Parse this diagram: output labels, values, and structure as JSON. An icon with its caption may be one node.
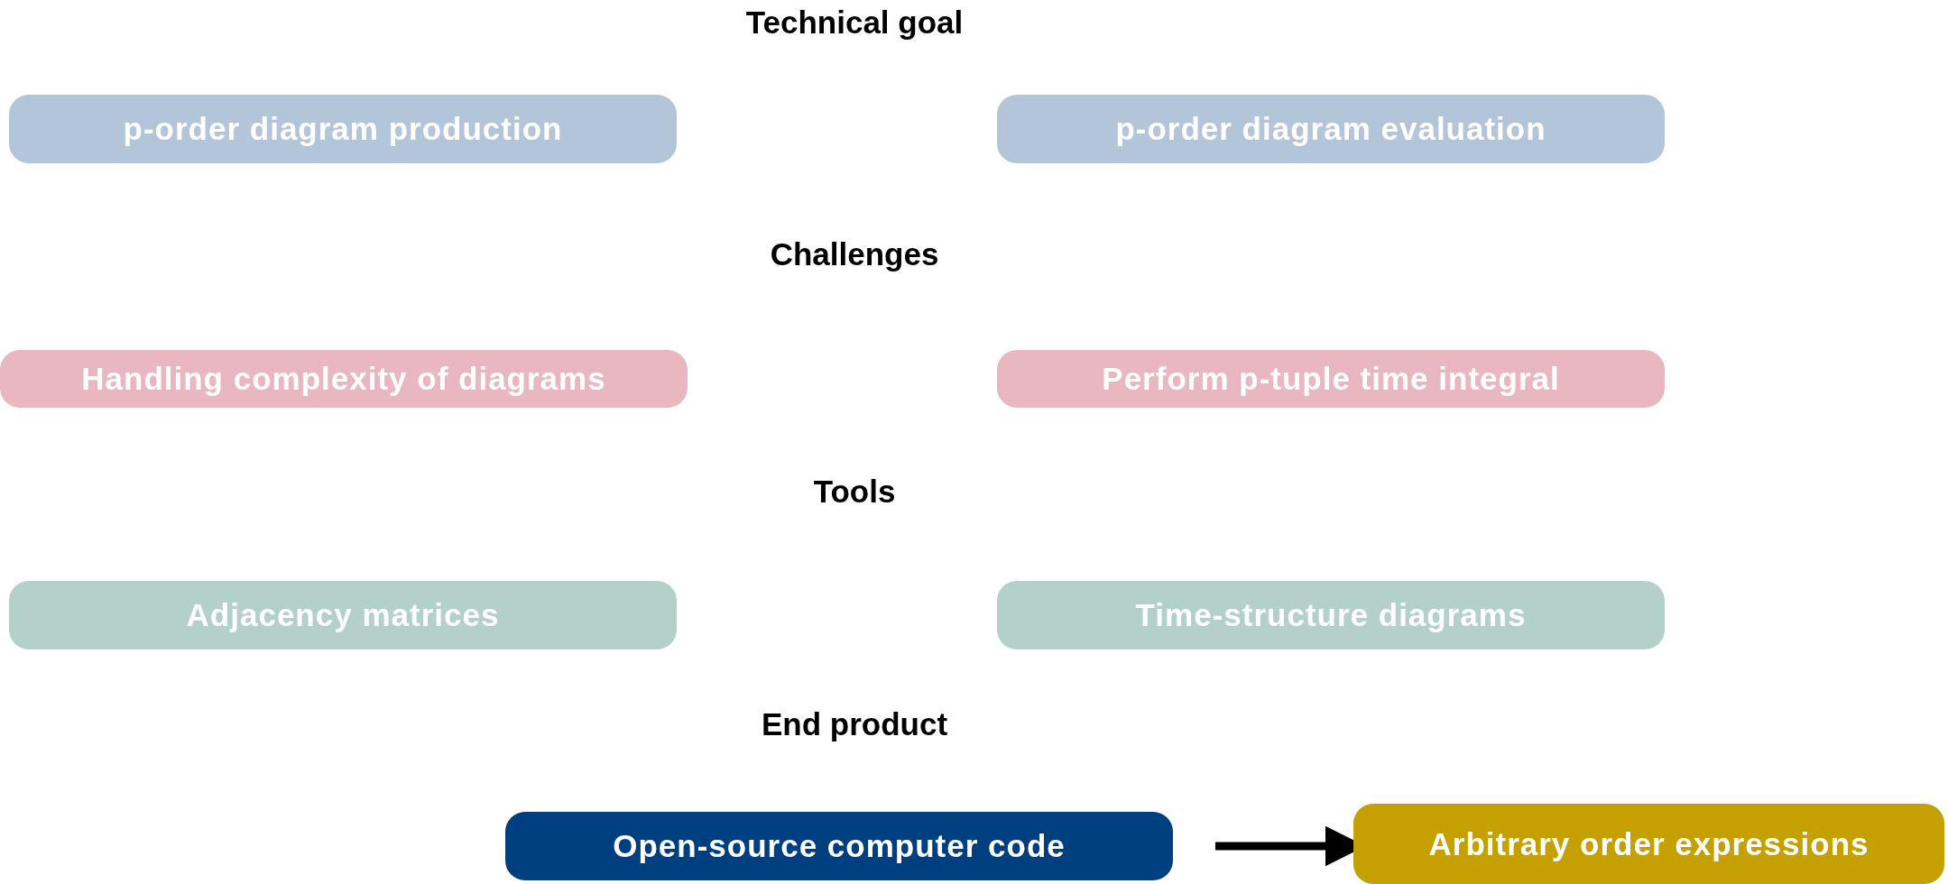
{
  "diagram": {
    "nodes": [
      {
        "text": [
          "p-order diagram production"
        ]
      },
      {
        "text": [
          "p-order diagram evaluation"
        ]
      },
      {
        "text": [
          "Handling complexity of diagrams"
        ]
      },
      {
        "text": [
          "Perform p-tuple time integral"
        ]
      },
      {
        "text": [
          "Adjacency matrices"
        ]
      },
      {
        "text": [
          "Time-structure diagrams"
        ]
      },
      {
        "text": [
          "Open-source computer code"
        ]
      },
      {
        "text": [
          "Arbitrary order expressions"
        ]
      }
    ],
    "edges": [
      {
        "from": 6,
        "to": 7,
        "arrow": "to"
      }
    ],
    "labels": [
      "Technical goal",
      "Challenges",
      "Tools",
      "End product"
    ]
  }
}
